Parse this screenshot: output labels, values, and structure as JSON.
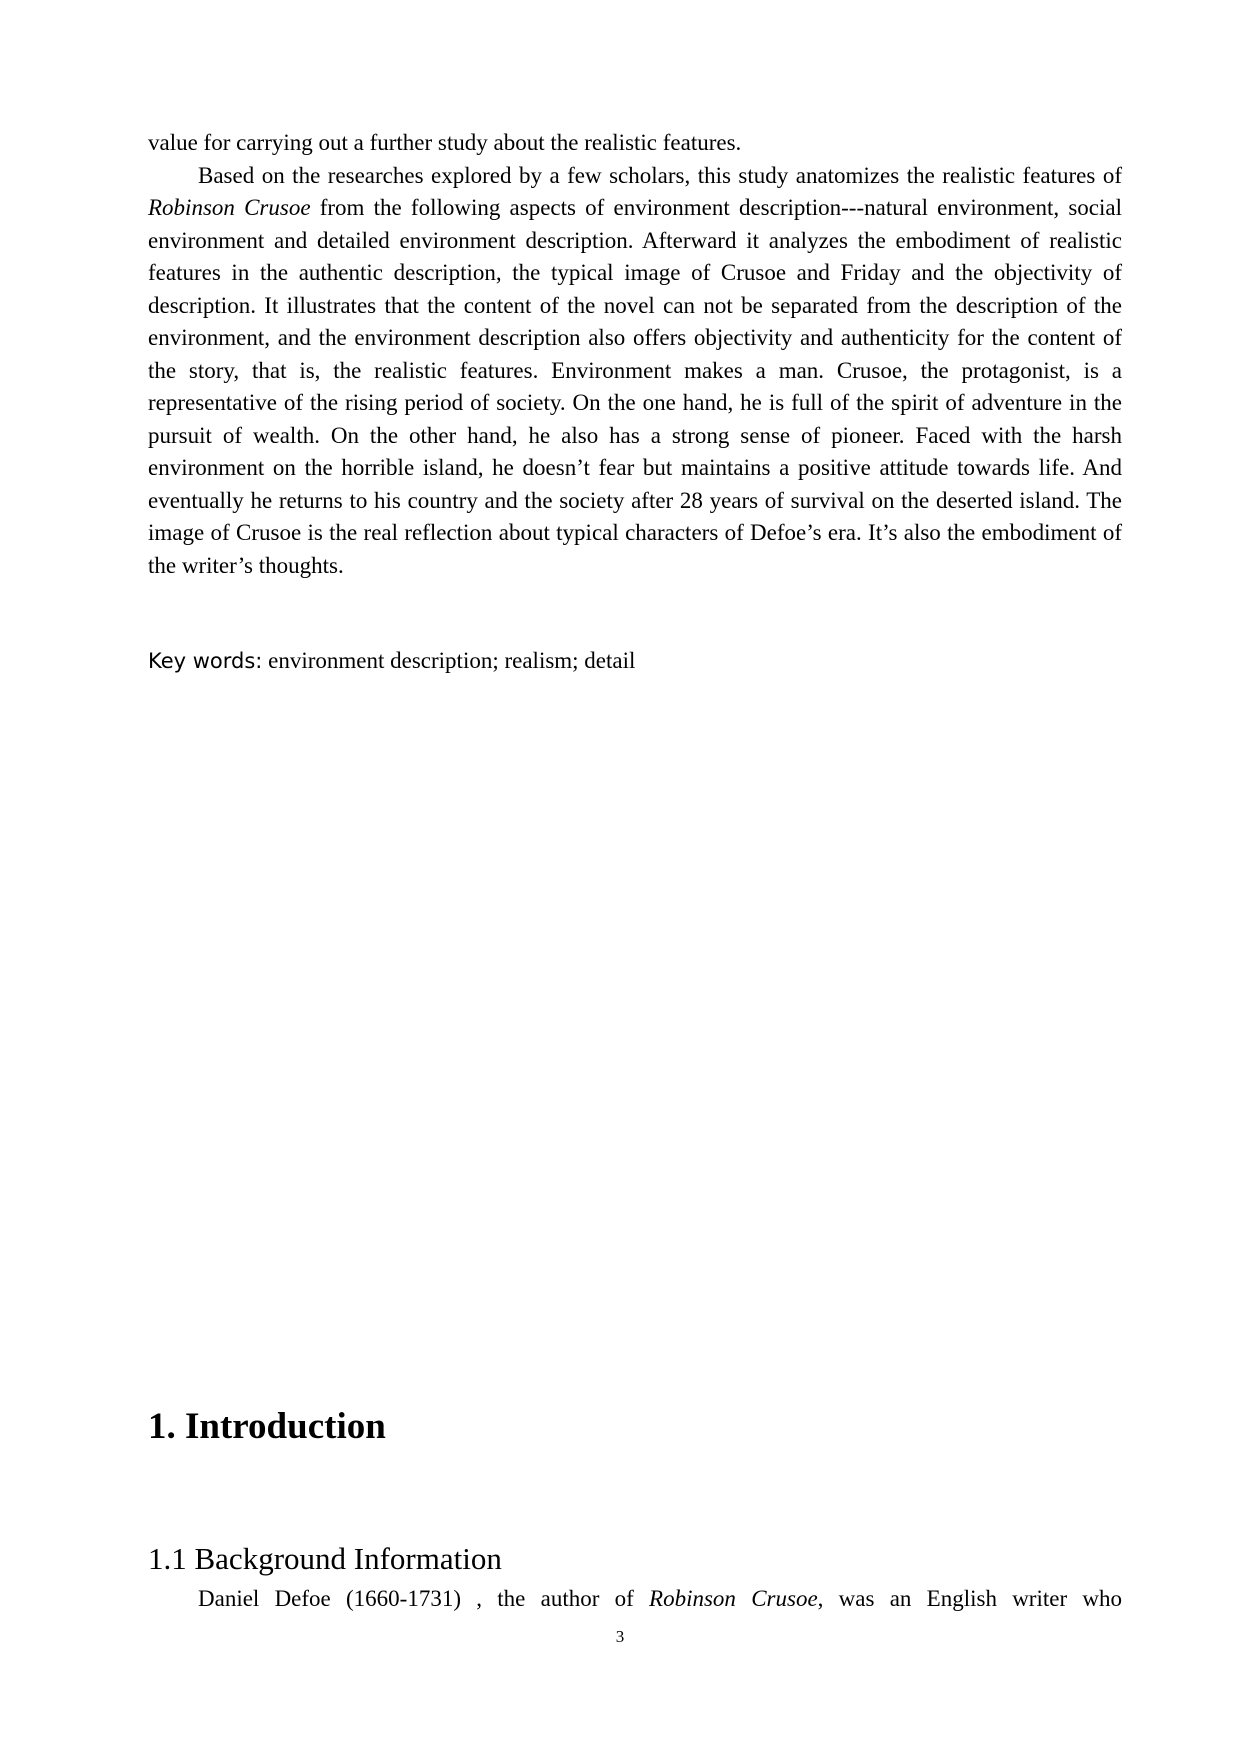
{
  "abstract": {
    "continuation": "value for carrying out a further study about the realistic features.",
    "para_before_title": "Based on the researches explored by a few scholars, this study anatomizes the realistic features of ",
    "title_italic": "Robinson Crusoe",
    "para_after_title": " from the following aspects of environment description---natural environment, social environment and detailed environment description. Afterward it analyzes the embodiment of realistic features in the authentic description, the typical image of Crusoe and Friday and the objectivity of description. It illustrates that the content of the novel can not be separated from the description of the environment, and the environment description also offers objectivity and authenticity for the content of the story, that is, the realistic features. Environment makes a man. Crusoe, the protagonist, is a representative of the rising period of society. On the one hand, he is full of the spirit of adventure in the pursuit of wealth. On the other hand, he also has a strong sense of pioneer. Faced with the harsh environment on the horrible island, he doesn’t fear but maintains a positive attitude towards life. And eventually he returns to his country and the society after 28 years of survival on the deserted island. The image of Crusoe is the real reflection about typical characters of Defoe’s era. It’s also the embodiment of the writer’s thoughts."
  },
  "keywords": {
    "label": "Key words:",
    "value": " environment description; realism; detail"
  },
  "section1": {
    "heading": "1. Introduction",
    "subsection": {
      "heading": "1.1 Background Information",
      "para_before_title": "Daniel Defoe (1660-1731) , the author of ",
      "title_italic": "Robinson Crusoe",
      "para_after_title": ", was an English writer who"
    }
  },
  "page_number": "3"
}
